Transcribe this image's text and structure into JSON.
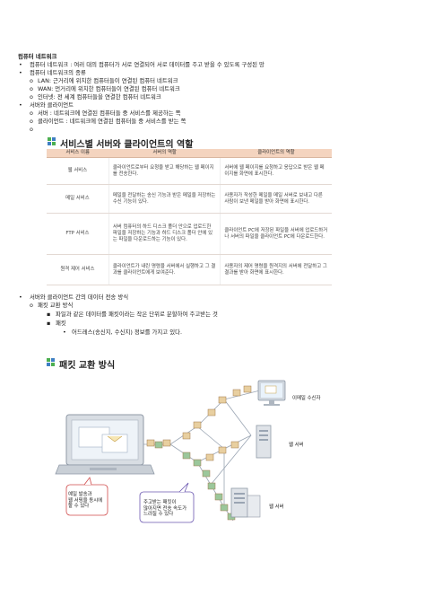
{
  "section1": {
    "heading": "컴퓨터 네트워크",
    "lines": [
      "컴퓨터 네트워크 : 여러 대의 컴퓨터가 서로 연결되어 서로 데이터를 주고 받을 수 있도록 구성된 망",
      "컴퓨터 네트워크의 종류",
      "LAN: 근거리에 위치한 컴퓨터들이 연결된 컴퓨터 네트워크",
      "WAN: 먼거리에 위치한 컴퓨터들이 연결된 컴퓨터 네트워크",
      "인터넷: 전 세계 컴퓨터들을 연결한 컴퓨터 네트워크",
      "서버와 클라이언트",
      "서버 : 네트워크에 연결된 컴퓨터들 중 서비스를 제공하는 쪽",
      "클라이언트 : 네트워크에 연결된 컴퓨터들 중 서비스를 받는 쪽"
    ]
  },
  "table_section": {
    "title": "서비스별 서버와 클라이언트의 역할",
    "headers": [
      "서비스 이름",
      "서버의 역할",
      "클라이언트의 역할"
    ],
    "rows": [
      [
        "웹 서비스",
        "클라이언트로부터 요청을 받고 해당하는 웹 페이지를 전송한다.",
        "서버에 웹 페이지를 요청하고 응답으로 받은 웹 페이지를 화면에 표시한다."
      ],
      [
        "메일 서비스",
        "메일을 전달하는 송신 기능과 받은 메일을 저장하는 수신 기능이 있다.",
        "사용자가 작성한 메일을 메일 서버로 보내고 다른 사람이 보낸 메일을 받아 화면에 표시한다."
      ],
      [
        "FTP 서비스",
        "서버 컴퓨터의 하드 디스크 폴더 안으로 업로드한 파일을 저장하는 기능과 하드 디스크 폴더 안에 있는 파일을 다운로드하는 기능이 있다.",
        "클라이언트 PC에 저장된 파일을 서버에 업로드하거나 서버의 파일을 클라이언트 PC에 다운로드한다."
      ],
      [
        "원격 제어 서비스",
        "클라이언트가 내린 명령을 서버에서 실행하고 그 결과를 클라이언트에게 보여준다.",
        "사용자의 제어 명령을 원격지의 서버에 전달하고 그 결과를 받아 화면에 표시한다."
      ]
    ]
  },
  "section2": {
    "lines": [
      "서버와 클라이언트 간의 데이터 전송 방식",
      "패킷 교환 방식",
      "파일과 같은 데이터를 패킷이라는 작은 단위로 분할하여 주고받는 것",
      "패킷",
      "어드레스(송신지, 수신지) 정보를 가지고 있다."
    ]
  },
  "diagram": {
    "title": "패킷 교환 방식",
    "labels": {
      "mail_receiver": "이메일 수신자",
      "web_server_1": "웹 서버",
      "web_server_2": "웹 서버",
      "note_left": "예일 발송과\n웹 서핑을 동시에\n할 수 있다",
      "note_mid": "주고받는 패킷이\n많아지면 전송 속도가\n느려질 수 있다"
    }
  },
  "colors": {
    "mark_green": "#4caf50",
    "mark_blue": "#3f7fc4",
    "table_header": "#f4d4bf"
  }
}
